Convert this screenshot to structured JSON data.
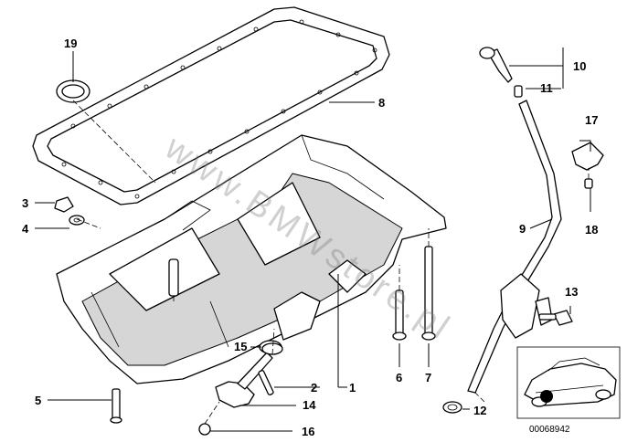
{
  "diagram": {
    "watermark": "www.BMWstore.pl",
    "document_number": "00068942",
    "callouts": [
      "1",
      "2",
      "3",
      "4",
      "5",
      "6",
      "7",
      "8",
      "9",
      "10",
      "11",
      "12",
      "13",
      "14",
      "15",
      "16",
      "17",
      "18",
      "19"
    ]
  }
}
